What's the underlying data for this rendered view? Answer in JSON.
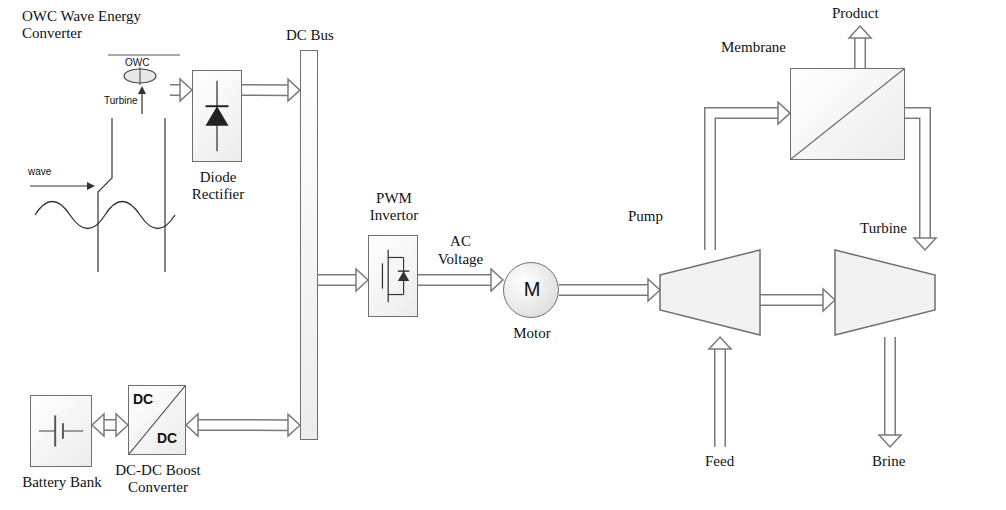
{
  "diagram": {
    "nodes": [
      {
        "text": [
          "OWC Wave Energy Converter",
          "OWC",
          "Turbine",
          "wave"
        ]
      },
      {
        "text": [
          "Diode Rectifier"
        ]
      },
      {
        "text": [
          "DC Bus"
        ]
      },
      {
        "text": [
          "Battery Bank"
        ]
      },
      {
        "text": [
          "DC",
          "DC",
          "DC-DC Boost Converter"
        ]
      },
      {
        "text": [
          "PWM Invertor"
        ]
      },
      {
        "text": [
          "M",
          "Motor"
        ]
      },
      {
        "text": [
          "Pump"
        ]
      },
      {
        "text": [
          "Membrane"
        ]
      },
      {
        "text": [
          "Turbine"
        ]
      }
    ],
    "edges": [
      {
        "from": 0,
        "to": 1,
        "arrow": "to"
      },
      {
        "from": 1,
        "to": 2,
        "arrow": "to"
      },
      {
        "from": 3,
        "to": 4,
        "arrow": "both"
      },
      {
        "from": 4,
        "to": 2,
        "arrow": "both"
      },
      {
        "from": 2,
        "to": 5,
        "arrow": "to"
      },
      {
        "from": 5,
        "to": 6,
        "arrow": "to",
        "label": "AC Voltage"
      },
      {
        "from": 6,
        "to": 7,
        "arrow": "to"
      },
      {
        "from": 7,
        "to": 8,
        "arrow": "to"
      },
      {
        "from": 8,
        "to": 9,
        "arrow": "to"
      },
      {
        "from": 7,
        "to": 9,
        "arrow": "to"
      }
    ],
    "labels": [
      "Product",
      "Feed",
      "Brine"
    ]
  }
}
